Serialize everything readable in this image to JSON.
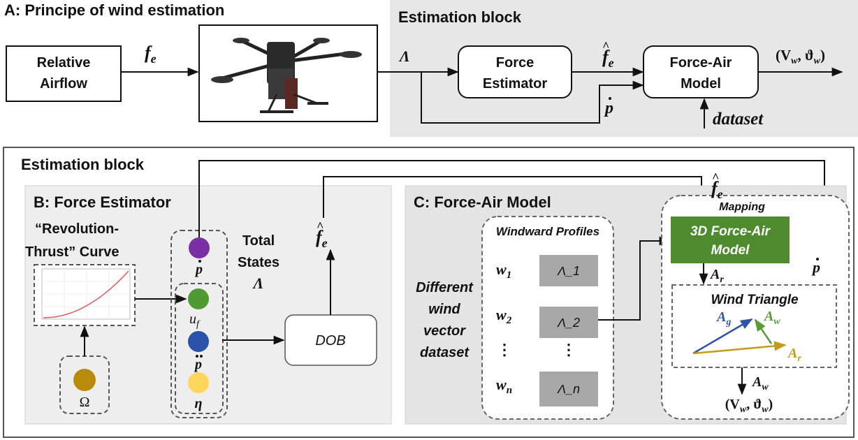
{
  "panel_a": {
    "title": "A: Principe of wind estimation",
    "estimation_block_label": "Estimation block",
    "relative_airflow": [
      "Relative",
      "Airflow"
    ],
    "force_estimator": [
      "Force",
      "Estimator"
    ],
    "force_air_model": [
      "Force-Air",
      "Model"
    ],
    "f_e": "f",
    "f_e_sub": "e",
    "lambda": "Λ",
    "f_hat": "f",
    "f_hat_sub": "e",
    "p_dot": "p",
    "output_open": "(V",
    "output_w1": "w",
    "output_mid": ", ϑ",
    "output_w2": "w",
    "output_close": ")",
    "dataset": "dataset"
  },
  "lower": {
    "estimation_block_label": "Estimation block"
  },
  "panel_b": {
    "title": "B: Force Estimator",
    "curve_title": [
      "“Revolution-",
      "Thrust”  Curve"
    ],
    "total_states": [
      "Total",
      "States",
      "Λ"
    ],
    "omega": "Ω",
    "p_dot": "p",
    "u": "u",
    "u_sub": "f",
    "p_ddot": "p",
    "eta": "η",
    "dob": "DOB",
    "f_hat": "f",
    "f_hat_sub": "e",
    "colors": {
      "purple": "#7a2fa3",
      "green": "#4f9a32",
      "blue": "#2a52a8",
      "yellow": "#ffd65c",
      "gold": "#b98b0c"
    }
  },
  "panel_c": {
    "title": "C: Force-Air Model",
    "different": [
      "Different",
      "wind",
      "vector",
      "dataset"
    ],
    "windward_title": "Windward Profiles",
    "w_rows": [
      {
        "w": "w",
        "sub": "1",
        "lam": "Λ_1"
      },
      {
        "w": "w",
        "sub": "2",
        "lam": "Λ_2"
      },
      {
        "w": "w",
        "sub": "n",
        "lam": "Λ_n"
      }
    ],
    "vdots": "⋮",
    "mapping": "Mapping",
    "model_3d": [
      "3D Force-Air",
      "Model"
    ],
    "a_r": "A",
    "a_r_sub": "r",
    "wind_triangle": "Wind Triangle",
    "ag": "A",
    "ag_sub": "g",
    "aw": "A",
    "aw_sub": "w",
    "ar": "A",
    "ar_sub": "r",
    "a_w_out": "A",
    "a_w_out_sub": "w",
    "output": "(V",
    "output_sub": "w",
    "output_mid": ", ϑ",
    "output_sub2": "w",
    "output_close": ")",
    "f_hat": "f",
    "f_hat_sub": "e",
    "p_dot": "p",
    "colors": {
      "model_green": "#4e8b2e",
      "ag_blue": "#2f56a6",
      "aw_green": "#5a9a3a",
      "ar_gold": "#c59a17"
    }
  },
  "chart_curve": {
    "color": "#e05a5a"
  }
}
